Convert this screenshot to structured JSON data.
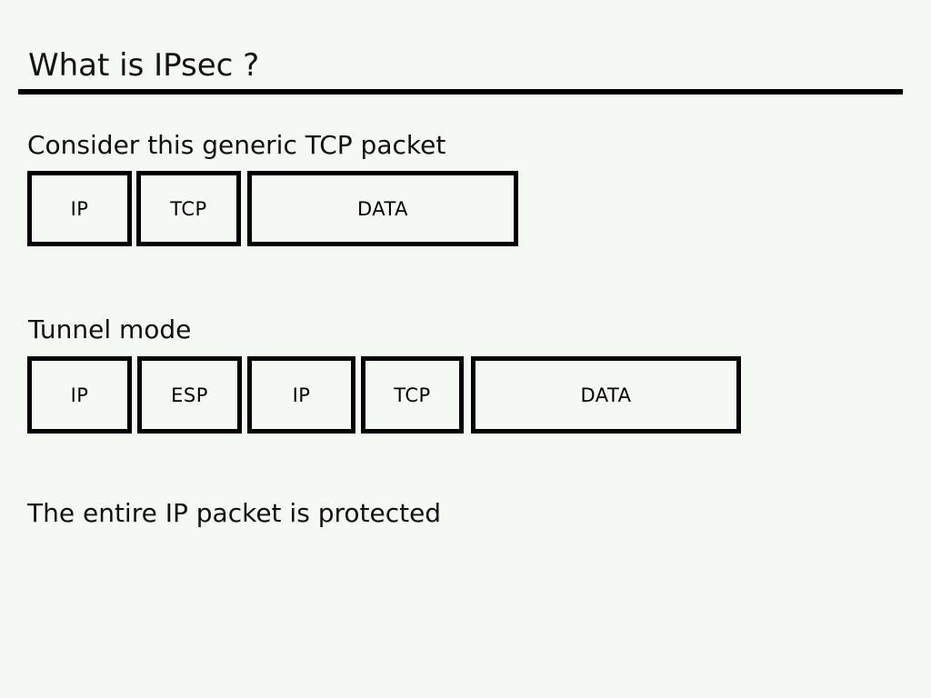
{
  "slide": {
    "title": "What is IPsec ?",
    "row1": {
      "heading": "Consider this generic TCP packet",
      "boxes": [
        {
          "label": "IP"
        },
        {
          "label": "TCP"
        },
        {
          "label": "DATA"
        }
      ]
    },
    "row2": {
      "heading": "Tunnel mode",
      "boxes": [
        {
          "label": "IP"
        },
        {
          "label": "ESP"
        },
        {
          "label": "IP"
        },
        {
          "label": "TCP"
        },
        {
          "label": "DATA"
        }
      ]
    },
    "footer": {
      "text": "The entire IP packet is protected"
    },
    "colors": {
      "background": "#f5f9f3",
      "text": "#0d0d0d",
      "box_border": "#000000",
      "title_rule": "#000000"
    }
  }
}
